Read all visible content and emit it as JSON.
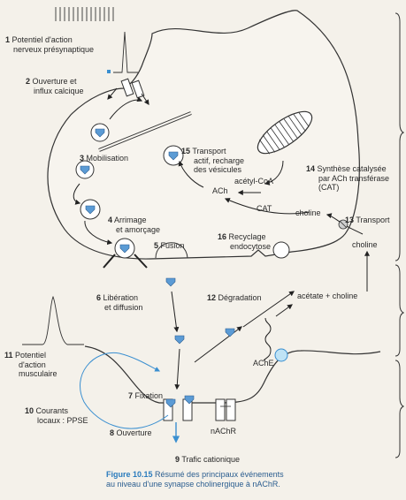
{
  "labels": {
    "s1": {
      "num": "1",
      "text": "Potentiel d'action",
      "text2": "nerveux présynaptique"
    },
    "s2": {
      "num": "2",
      "text": "Ouverture et",
      "text2": "influx calcique"
    },
    "s3": {
      "num": "3",
      "text": "Mobilisation"
    },
    "s4": {
      "num": "4",
      "text": "Arrimage",
      "text2": "et amorçage"
    },
    "s5": {
      "num": "5",
      "text": "Fusion"
    },
    "s6": {
      "num": "6",
      "text": "Libération",
      "text2": "et diffusion"
    },
    "s7": {
      "num": "7",
      "text": "Fixation"
    },
    "s8": {
      "num": "8",
      "text": "Ouverture"
    },
    "s9": {
      "num": "9",
      "text": "Trafic cationique"
    },
    "s10": {
      "num": "10",
      "text": "Courants",
      "text2": "locaux : PPSE"
    },
    "s11": {
      "num": "11",
      "text": "Potentiel",
      "text2": "d'action",
      "text3": "musculaire"
    },
    "s12": {
      "num": "12",
      "text": "Dégradation"
    },
    "s13": {
      "num": "13",
      "text": "Transport"
    },
    "s14": {
      "num": "14",
      "text": "Synthèse catalysée",
      "text2": "par ACh transférase",
      "text3": "(CAT)"
    },
    "s15": {
      "num": "15",
      "text": "Transport",
      "text2": "actif, recharge",
      "text3": "des vésicules"
    },
    "s16": {
      "num": "16",
      "text": "Recyclage",
      "text2": "endocytose"
    }
  },
  "chem": {
    "ach": "ACh",
    "acetyl_coa": "acétyl-CoA",
    "cat": "CAT",
    "choline_in": "choline",
    "choline_out": "choline",
    "acetate_choline": "acétate + choline",
    "ache": "AChE",
    "nachr": "nAChR"
  },
  "caption": {
    "figure": "Figure 10.15",
    "line1": "Résumé des principaux événements",
    "line2": "au niveau d'une synapse cholinergique à nAChR."
  },
  "colors": {
    "vesicle_blue": "#5b9bd5",
    "accent_blue": "#3a8fd0",
    "caption_blue": "#2a7bbd"
  }
}
